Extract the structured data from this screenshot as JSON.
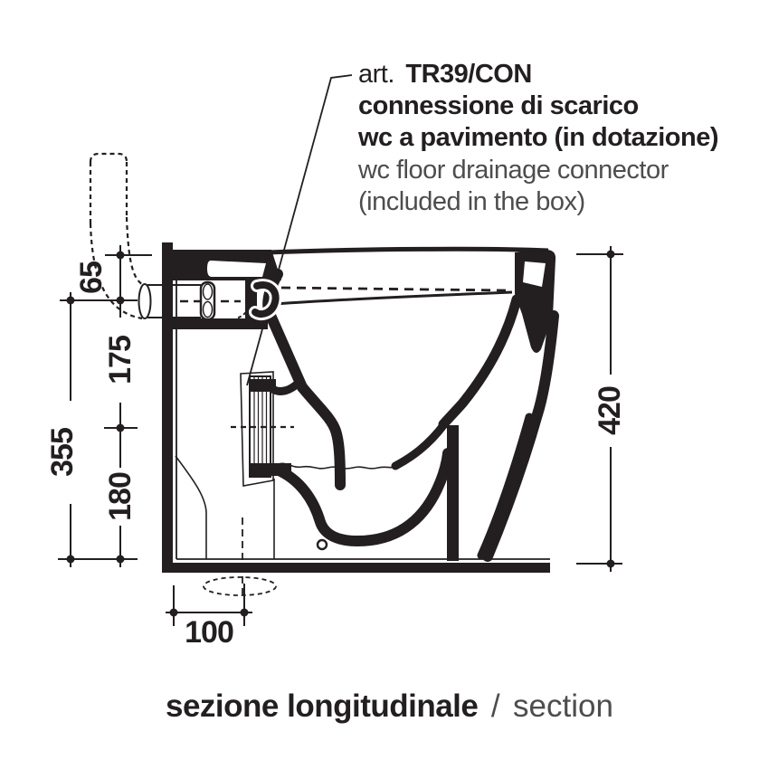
{
  "annotation": {
    "prefix": "art.",
    "code": "TR39/CON",
    "line_it_1": "connessione di scarico",
    "line_it_2": "wc a pavimento (in dotazione)",
    "line_en_1": "wc floor drainage connector",
    "line_en_2": "(included in the box)"
  },
  "dimensions": {
    "rim_to_inlet": "65",
    "inlet_to_connector": "175",
    "connector_to_floor": "180",
    "inlet_to_floor": "355",
    "bowl_height": "420",
    "wall_to_drain": "100"
  },
  "caption": {
    "title_it": "sezione longitudinale",
    "separator": "/",
    "title_en": "section"
  },
  "colors": {
    "ink": "#231f20",
    "light_ink": "#4d4d4f",
    "background": "#ffffff"
  }
}
